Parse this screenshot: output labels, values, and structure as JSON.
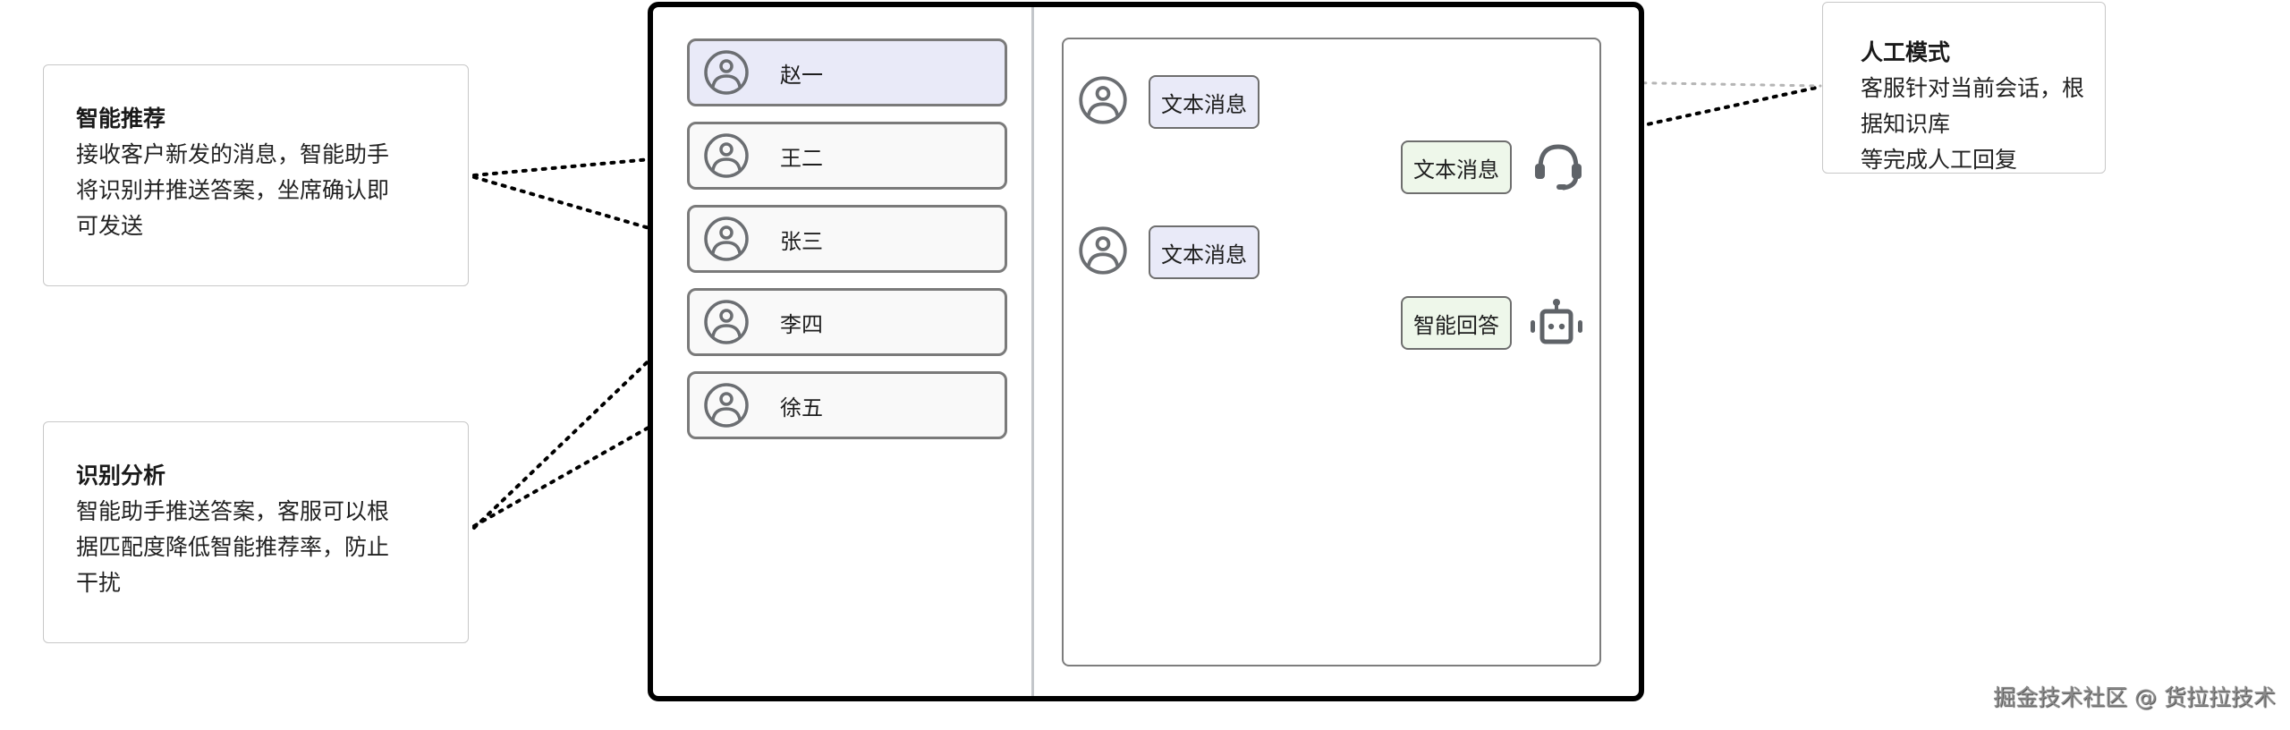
{
  "callouts": {
    "smart_recommend": {
      "title": "智能推荐",
      "lines": [
        "接收客户新发的消息，智能助手",
        "将识别并推送答案，坐席确认即",
        "可发送"
      ]
    },
    "recognition_analysis": {
      "title": "识别分析",
      "lines": [
        "智能助手推送答案，客服可以根",
        "据匹配度降低智能推荐率，防止",
        "干扰"
      ]
    },
    "manual_mode": {
      "title": "人工模式",
      "lines": [
        "客服针对当前会话，根据知识库",
        "等完成人工回复"
      ]
    }
  },
  "contacts": [
    {
      "name": "赵一",
      "active": true,
      "icon": "user-circle-icon"
    },
    {
      "name": "王二",
      "active": false,
      "icon": "user-circle-icon"
    },
    {
      "name": "张三",
      "active": false,
      "icon": "user-circle-icon"
    },
    {
      "name": "李四",
      "active": false,
      "icon": "user-circle-icon"
    },
    {
      "name": "徐五",
      "active": false,
      "icon": "user-circle-icon"
    }
  ],
  "chat": {
    "messages": [
      {
        "sender": "customer",
        "text": "文本消息",
        "icon": "user-circle-icon"
      },
      {
        "sender": "agent",
        "text": "文本消息",
        "icon": "headset-icon"
      },
      {
        "sender": "customer",
        "text": "文本消息",
        "icon": "user-circle-icon"
      },
      {
        "sender": "bot",
        "text": "智能回答",
        "icon": "robot-icon"
      }
    ]
  },
  "colors": {
    "frame": "#000000",
    "active_contact_bg": "#e9eaf8",
    "customer_bubble_bg": "#e9eaf8",
    "agent_bubble_bg": "#eef7ea",
    "icon_gray": "#5f6368",
    "connector": "#000000"
  },
  "watermark": "掘金技术社区 @ 货拉拉技术"
}
